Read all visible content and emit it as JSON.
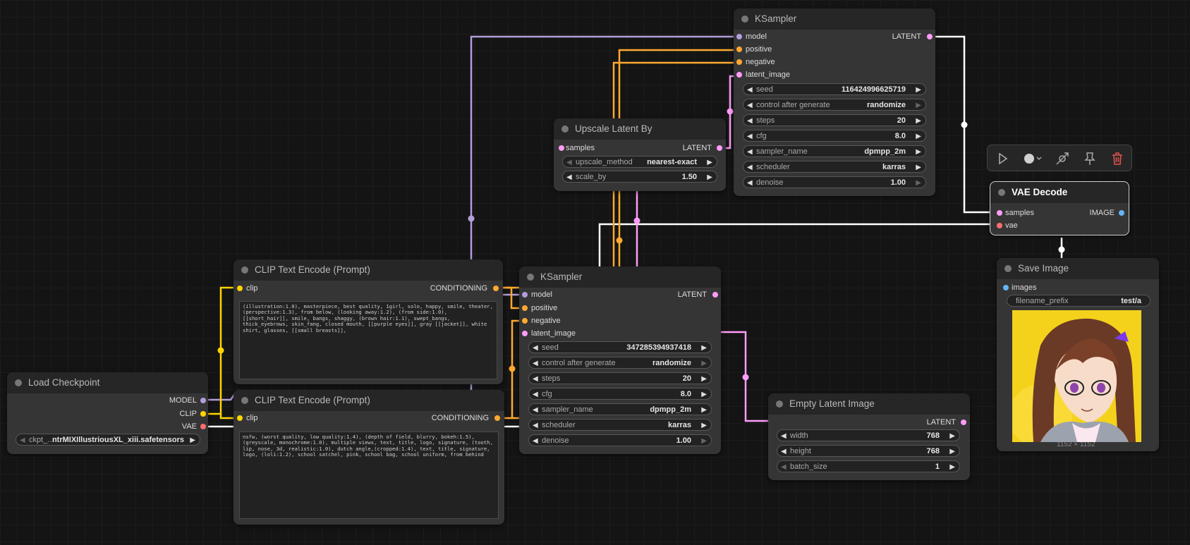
{
  "nodes": {
    "ksampler_top": {
      "title": "KSampler",
      "inputs": [
        "model",
        "positive",
        "negative",
        "latent_image"
      ],
      "output": "LATENT",
      "widgets": [
        {
          "label": "seed",
          "value": "116424996625719"
        },
        {
          "label": "control after generate",
          "value": "randomize"
        },
        {
          "label": "steps",
          "value": "20"
        },
        {
          "label": "cfg",
          "value": "8.0"
        },
        {
          "label": "sampler_name",
          "value": "dpmpp_2m"
        },
        {
          "label": "scheduler",
          "value": "karras"
        },
        {
          "label": "denoise",
          "value": "1.00"
        }
      ]
    },
    "upscale": {
      "title": "Upscale Latent By",
      "input": "samples",
      "output": "LATENT",
      "widgets": [
        {
          "label": "upscale_method",
          "value": "nearest-exact"
        },
        {
          "label": "scale_by",
          "value": "1.50"
        }
      ]
    },
    "vae_decode": {
      "title": "VAE Decode",
      "inputs": [
        "samples",
        "vae"
      ],
      "output": "IMAGE"
    },
    "save_image": {
      "title": "Save Image",
      "input": "images",
      "widgets": [
        {
          "label": "filename_prefix",
          "value": "test/a"
        }
      ],
      "image_size": "1152 × 1152"
    },
    "clip_pos": {
      "title": "CLIP Text Encode (Prompt)",
      "input": "clip",
      "output": "CONDITIONING",
      "text": "(illustration:1.0), masterpiece, best quality, 1girl, solo, happy, smile, theater, (perspective:1.3), from below, (looking away:1.2), (from side:1.0), [[short_hair]], smile, bangs, shaggy, (brown hair:1.1), swept_bangs, thick_eyebrows, skin_fang, closed mouth, [[purple eyes]], gray [[jacket]], white shirt, glasses, [[small breasts]],"
    },
    "clip_neg": {
      "title": "CLIP Text Encode (Prompt)",
      "input": "clip",
      "output": "CONDITIONING",
      "text": "nsfw, (worst quality, low quality:1.4), (depth of field, blurry, bokeh:1.5), (greyscale, monochrome:1.0), multiple views, text, title, logo, signature, (tooth, lip, nose, 3d, realistic:1.0), dutch angle,(cropped:1.4), text, title, signature, logo, (loli:1.2), school satchel, pink, school bag, school uniform, from behind"
    },
    "checkpoint": {
      "title": "Load Checkpoint",
      "outputs": [
        "MODEL",
        "CLIP",
        "VAE"
      ],
      "widget": {
        "label": "ckpt_...",
        "value": "ntrMIXIllustriousXL_xiii.safetensors"
      }
    },
    "ksampler_mid": {
      "title": "KSampler",
      "inputs": [
        "model",
        "positive",
        "negative",
        "latent_image"
      ],
      "output": "LATENT",
      "widgets": [
        {
          "label": "seed",
          "value": "347285394937418"
        },
        {
          "label": "control after generate",
          "value": "randomize"
        },
        {
          "label": "steps",
          "value": "20"
        },
        {
          "label": "cfg",
          "value": "8.0"
        },
        {
          "label": "sampler_name",
          "value": "dpmpp_2m"
        },
        {
          "label": "scheduler",
          "value": "karras"
        },
        {
          "label": "denoise",
          "value": "1.00"
        }
      ]
    },
    "empty_latent": {
      "title": "Empty Latent Image",
      "output": "LATENT",
      "widgets": [
        {
          "label": "width",
          "value": "768"
        },
        {
          "label": "height",
          "value": "768"
        },
        {
          "label": "batch_size",
          "value": "1"
        }
      ]
    }
  },
  "toolbar": {
    "icons": [
      "play-icon",
      "color-circle-icon",
      "bypass-icon",
      "pin-icon",
      "trash-icon"
    ]
  },
  "colors": {
    "model": "#b39ddb",
    "conditioning": "#ffa931",
    "latent": "#ff9cf9",
    "clip": "#ffd500",
    "vae": "#ff6e6e",
    "image": "#64b5f6",
    "delete": "#e0524f"
  }
}
